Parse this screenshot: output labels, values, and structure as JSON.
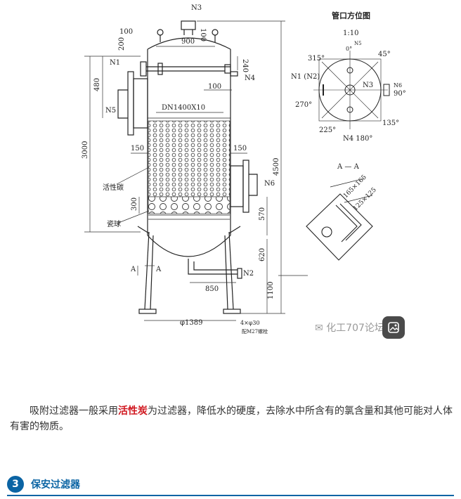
{
  "figure": {
    "labels": {
      "n3": "N3",
      "d100_top": "100",
      "d100_a": "100",
      "d200": "200",
      "d900": "900",
      "n1": "N1",
      "d480": "480",
      "d240": "240",
      "n4": "N4",
      "d100_b": "100",
      "n5": "N5",
      "dn": "DN1400X10",
      "d3000": "3000",
      "d150_l": "150",
      "d150_r": "150",
      "d4500": "4500",
      "carbon": "活性碳",
      "n6": "N6",
      "d300": "300",
      "d570": "570",
      "ceramic": "瓷球",
      "d620": "620",
      "a_left": "A",
      "a_left2": "A",
      "n2": "N2",
      "d1100": "1100",
      "d850": "850",
      "d1389": "φ1389",
      "d4x30": "4×φ30",
      "bolt_note": "配M27螺栓"
    },
    "orientation": {
      "title": "管口方位图",
      "scale": "1:10",
      "n5": "N5",
      "a0": "0°",
      "a315": "315°",
      "a45": "45°",
      "n1n2": "N1 (N2)",
      "n3": "N3",
      "n6": "N6",
      "a90": "90°",
      "a270": "270°",
      "a225": "225°",
      "a135": "135°",
      "n4_180": "N4  180°"
    },
    "section": {
      "title": "A — A",
      "s165": "165×165",
      "s125": "125×125"
    }
  },
  "watermark": {
    "text": "化工707论坛"
  },
  "paragraph": {
    "before": "吸附过滤器一般采用",
    "highlight": "活性炭",
    "after": "为过滤器，降低水的硬度，去除水中所含有的氯含量和其他可能对人体有害的物质。"
  },
  "section": {
    "number": "3",
    "title": "保安过滤器"
  },
  "colors": {
    "accent": "#0b64a4",
    "highlight": "#d0161e"
  }
}
